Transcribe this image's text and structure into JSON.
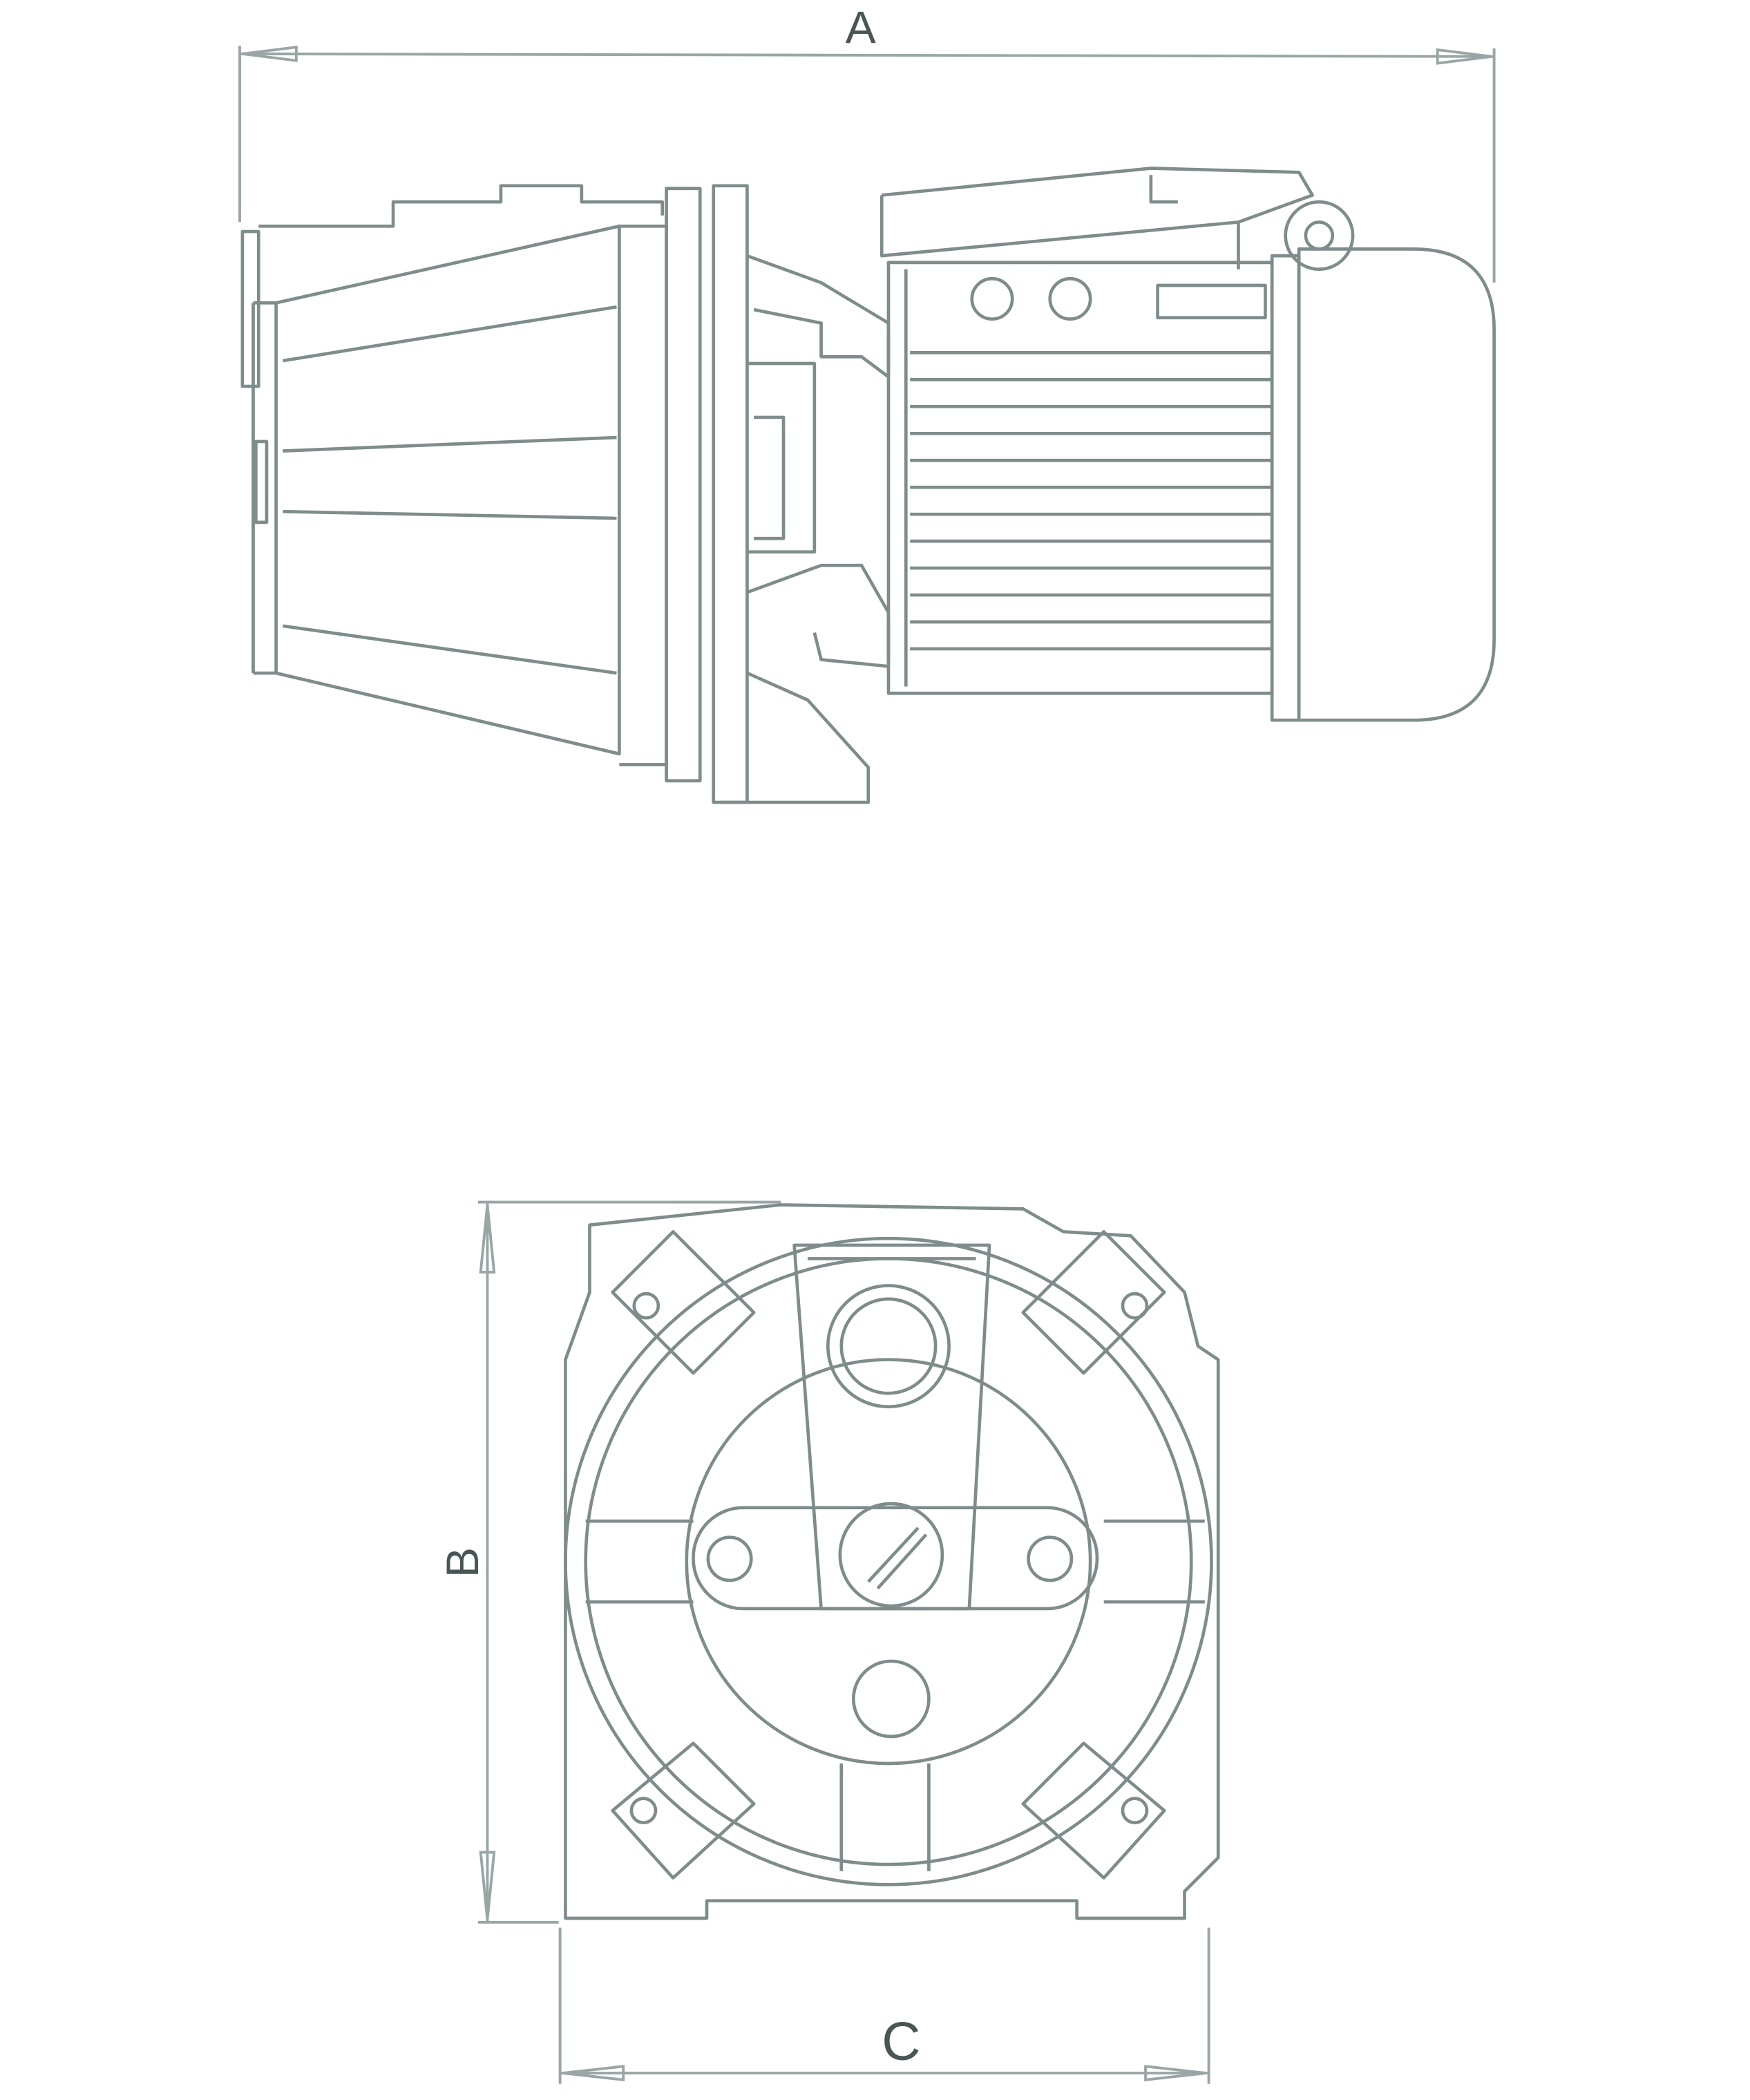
{
  "drawing": {
    "dimension_labels": {
      "a": "A",
      "b": "B",
      "c": "C"
    },
    "line_color": "#7f8c8c",
    "views": [
      "side-view",
      "front-view"
    ]
  }
}
